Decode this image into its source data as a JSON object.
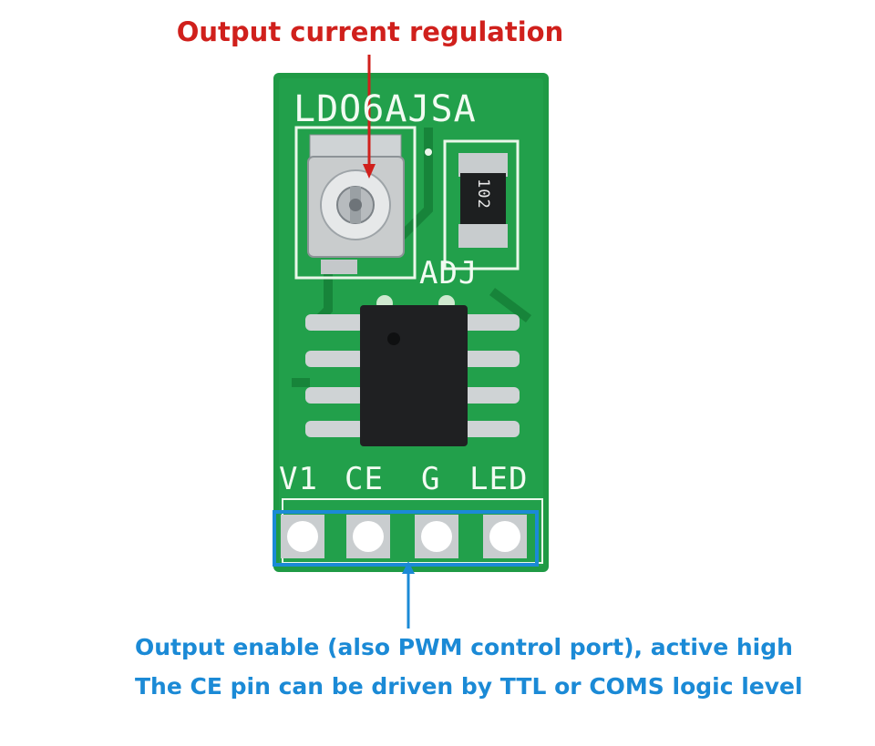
{
  "annotations": {
    "top": "Output current regulation",
    "bottom_line1": "Output enable (also PWM control port), active high",
    "bottom_line2": "The CE pin can be driven by TTL or COMS logic level"
  },
  "board": {
    "model": "LDO6AJSA",
    "resistor_code": "102",
    "adj_label": "ADJ",
    "pins": [
      "V1",
      "CE",
      "G",
      "LED"
    ]
  },
  "colors": {
    "pcb": "#1f9a45",
    "annotation_red": "#d0201c",
    "annotation_blue": "#1b8ad6"
  }
}
